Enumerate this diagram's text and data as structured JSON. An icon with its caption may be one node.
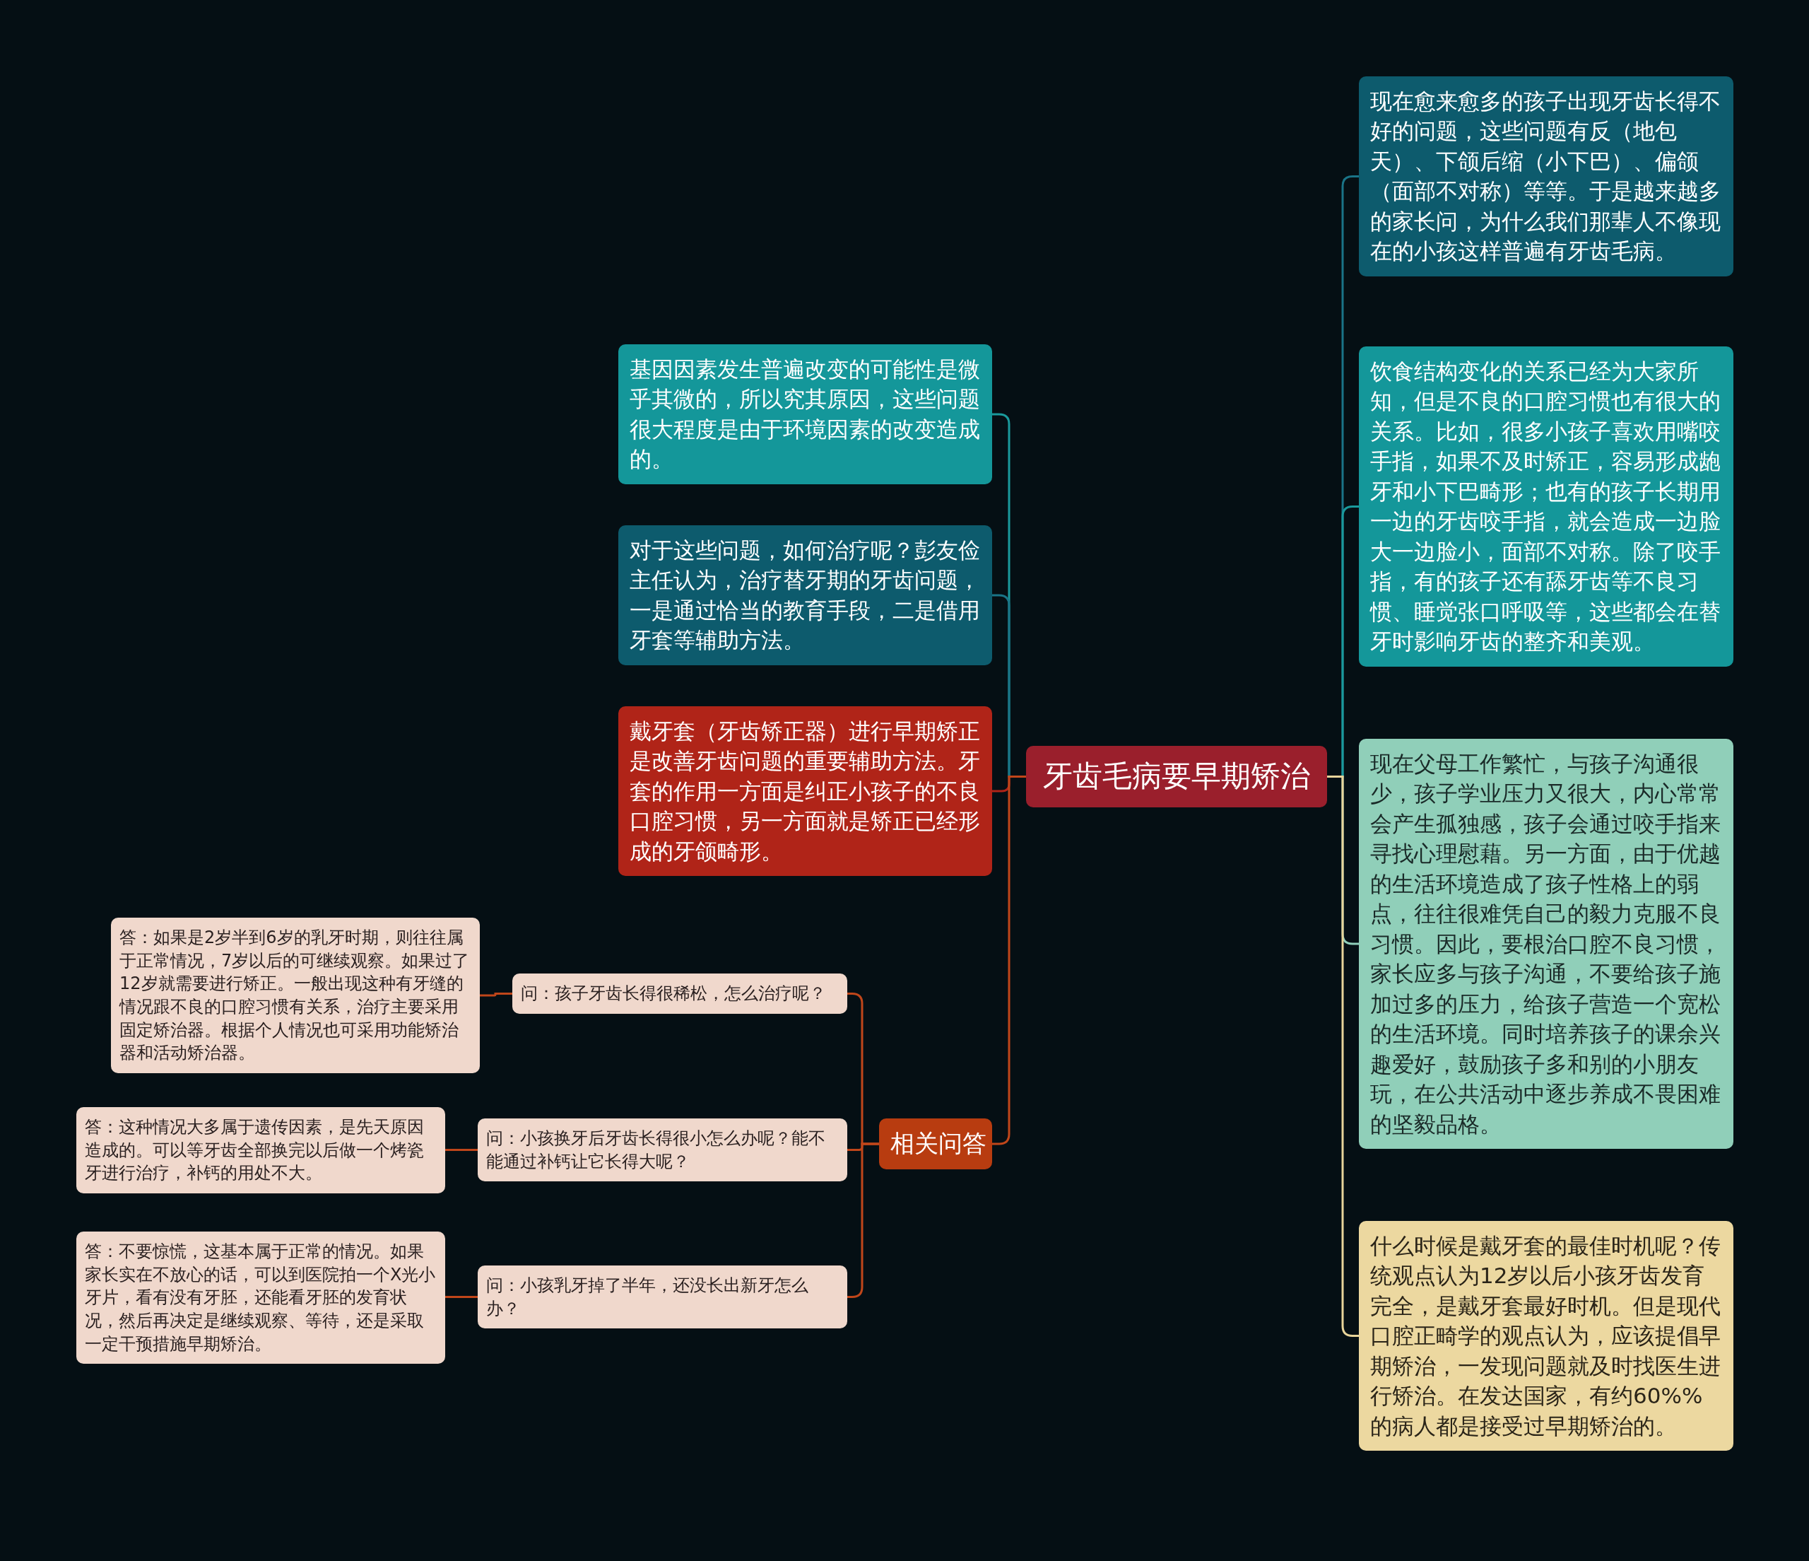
{
  "diagram": {
    "nodes": [
      {
        "text": [
          "牙齿毛病要早期矫治"
        ]
      },
      {
        "text": [
          "现在愈来愈多的孩子出现牙齿长得不好的问题，这些问题有反（地包天）、下颌后缩（小下巴）、偏颌（面部不对称）等等。于是越来越多的家长问，为什么我们那辈人不像现在的小孩这样普遍有牙齿毛病。"
        ]
      },
      {
        "text": [
          "饮食结构变化的关系已经为大家所知，但是不良的口腔习惯也有很大的关系。比如，很多小孩子喜欢用嘴咬手指，如果不及时矫正，容易形成龅牙和小下巴畸形；也有的孩子长期用一边的牙齿咬手指，就会造成一边脸大一边脸小，面部不对称。除了咬手指，有的孩子还有舔牙齿等不良习惯、睡觉张口呼吸等，这些都会在替牙时影响牙齿的整齐和美观。"
        ]
      },
      {
        "text": [
          "现在父母工作繁忙，与孩子沟通很少，孩子学业压力又很大，内心常常会产生孤独感，孩子会通过咬手指来寻找心理慰藉。另一方面，由于优越的生活环境造成了孩子性格上的弱点，往往很难凭自己的毅力克服不良习惯。因此，要根治口腔不良习惯，家长应多与孩子沟通，不要给孩子施加过多的压力，给孩子营造一个宽松的生活环境。同时培养孩子的课余兴趣爱好，鼓励孩子多和别的小朋友玩，在公共活动中逐步养成不畏困难的坚毅品格。"
        ]
      },
      {
        "text": [
          "什么时候是戴牙套的最佳时机呢？传统观点认为12岁以后小孩牙齿发育完全，是戴牙套最好时机。但是现代口腔正畸学的观点认为，应该提倡早期矫治，一发现问题就及时找医生进行矫治。在发达国家，有约60%%的病人都是接受过早期矫治的。"
        ]
      },
      {
        "text": [
          "基因因素发生普遍改变的可能性是微乎其微的，所以究其原因，这些问题很大程度是由于环境因素的改变造成的。"
        ]
      },
      {
        "text": [
          "对于这些问题，如何治疗呢？彭友俭主任认为，治疗替牙期的牙齿问题，一是通过恰当的教育手段，二是借用牙套等辅助方法。"
        ]
      },
      {
        "text": [
          "戴牙套（牙齿矫正器）进行早期矫正是改善牙齿问题的重要辅助方法。牙套的作用一方面是纠正小孩子的不良口腔习惯，另一方面就是矫正已经形成的牙颌畸形。"
        ]
      },
      {
        "text": [
          "相关问答"
        ]
      },
      {
        "text": [
          "问：孩子牙齿长得很稀松，怎么治疗呢？"
        ]
      },
      {
        "text": [
          "问：小孩换牙后牙齿长得很小怎么办呢？能不能通过补钙让它长得大呢？"
        ]
      },
      {
        "text": [
          "问：小孩乳牙掉了半年，还没长出新牙怎么办？"
        ]
      },
      {
        "text": [
          "答：如果是2岁半到6岁的乳牙时期，则往往属于正常情况，7岁以后的可继续观察。如果过了12岁就需要进行矫正。一般出现这种有牙缝的情况跟不良的口腔习惯有关系，治疗主要采用固定矫治器。根据个人情况也可采用功能矫治器和活动矫治器。"
        ]
      },
      {
        "text": [
          "答：这种情况大多属于遗传因素，是先天原因造成的。可以等牙齿全部换完以后做一个烤瓷牙进行治疗，补钙的用处不大。"
        ]
      },
      {
        "text": [
          "答：不要惊慌，这基本属于正常的情况。如果家长实在不放心的话，可以到医院拍一个X光小牙片，看有没有牙胚，还能看牙胚的发育状况，然后再决定是继续观察、等待，还是采取一定干预措施早期矫治。"
        ]
      }
    ],
    "edges": [
      {
        "from": 0,
        "to": 1,
        "arrow": "none",
        "color": "#1a7487"
      },
      {
        "from": 0,
        "to": 2,
        "arrow": "none",
        "color": "#1a9a9c"
      },
      {
        "from": 0,
        "to": 3,
        "arrow": "none",
        "color": "#8fcfba"
      },
      {
        "from": 0,
        "to": 4,
        "arrow": "none",
        "color": "#e8d49a"
      },
      {
        "from": 0,
        "to": 5,
        "arrow": "none",
        "color": "#1a9a9c"
      },
      {
        "from": 0,
        "to": 6,
        "arrow": "none",
        "color": "#1a7487"
      },
      {
        "from": 0,
        "to": 7,
        "arrow": "none",
        "color": "#b02418"
      },
      {
        "from": 0,
        "to": 8,
        "arrow": "none",
        "color": "#c0461a"
      },
      {
        "from": 8,
        "to": 9,
        "arrow": "none",
        "color": "#c0461a"
      },
      {
        "from": 8,
        "to": 10,
        "arrow": "none",
        "color": "#c0461a"
      },
      {
        "from": 8,
        "to": 11,
        "arrow": "none",
        "color": "#c0461a"
      },
      {
        "from": 9,
        "to": 12,
        "arrow": "none",
        "color": "#c0461a"
      },
      {
        "from": 10,
        "to": 13,
        "arrow": "none",
        "color": "#c0461a"
      },
      {
        "from": 11,
        "to": 14,
        "arrow": "none",
        "color": "#c0461a"
      }
    ]
  }
}
